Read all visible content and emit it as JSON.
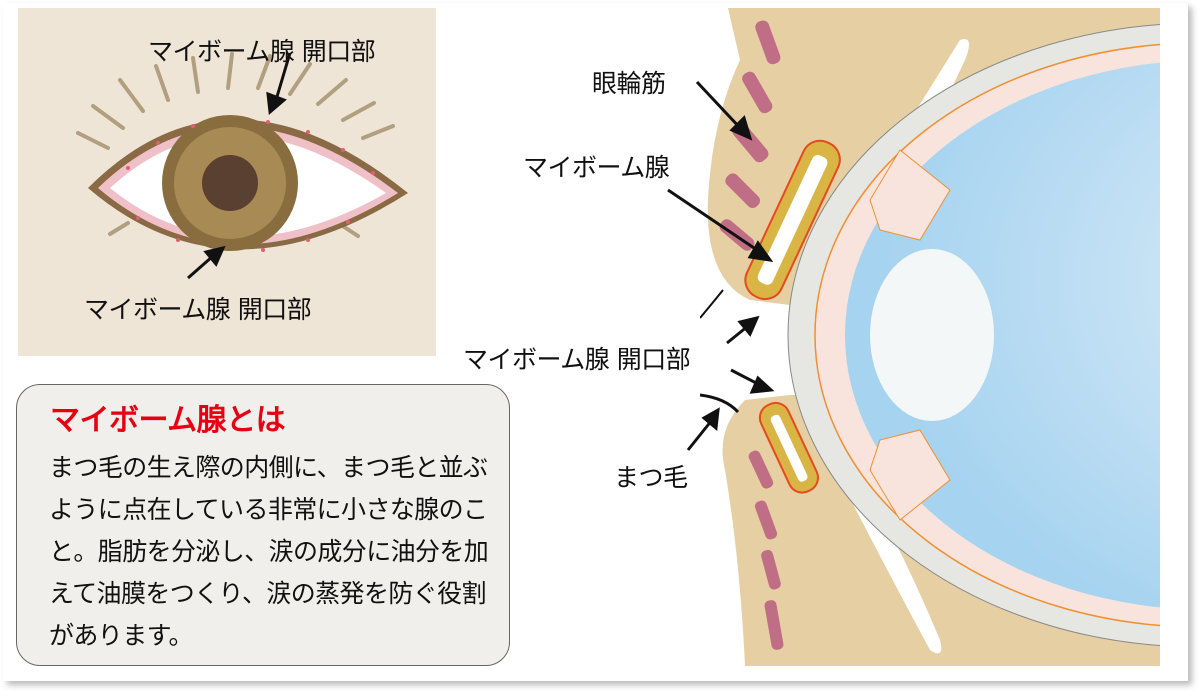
{
  "front_view": {
    "label_top": "マイボーム腺  開口部",
    "label_bottom": "マイボーム腺  開口部"
  },
  "info_box": {
    "title": "マイボーム腺とは",
    "body": "まつ毛の生え際の内側に、まつ毛と並ぶように点在している非常に小さな腺のこと。脂肪を分泌し、涙の成分に油分を加えて油膜をつくり、涙の蒸発を防ぐ役割があります。"
  },
  "cross_section": {
    "label_orbicularis": "眼輪筋",
    "label_meibomian": "マイボーム腺",
    "label_orifice": "マイボーム腺  開口部",
    "label_eyelash": "まつ毛"
  },
  "colors": {
    "title_red": "#e60012",
    "skin": "#e8d2a8",
    "muscle": "#c0708a",
    "gland": "#d9b545",
    "eyeball": "#a8d4f0"
  }
}
